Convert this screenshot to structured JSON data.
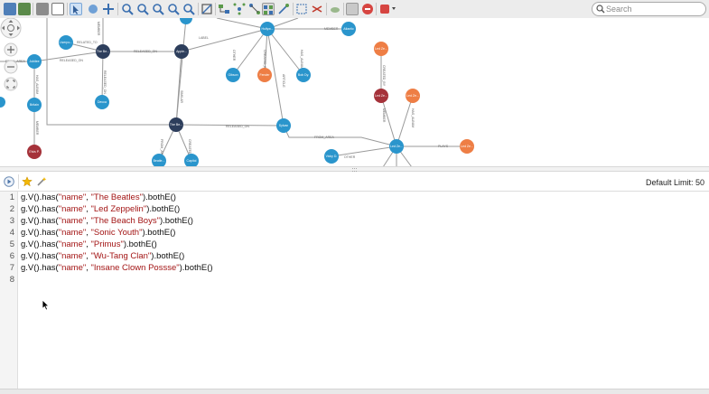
{
  "toolbar": {
    "search_placeholder": "Search",
    "icons": [
      "import-icon",
      "export-icon",
      "print-icon",
      "page-icon",
      "select-icon",
      "pan-icon",
      "move-icon",
      "zoom-in-icon",
      "zoom-in-alt-icon",
      "zoom-fit-icon",
      "zoom-out-icon",
      "zoom-reset-icon",
      "layout-icon",
      "hierarchy-icon",
      "radial-icon",
      "tree-icon",
      "grid-layout-icon",
      "collapse-icon",
      "expand-icon",
      "shuffle-icon",
      "eye-icon",
      "clear-icon",
      "stop-icon",
      "settings-dropdown-icon"
    ]
  },
  "graph": {
    "node_labels": {
      "n1": "Jubilee",
      "n2": "The Be...",
      "n3": "Britain",
      "n4": "Apple...",
      "n5": "Decca",
      "n6": "Liverpo...",
      "n7": "Elvis P.",
      "n8": "Beatle...",
      "n9": "The Be...",
      "n10": "Atlantic",
      "n11": "Hollyw...",
      "n12": "Led Ze...",
      "n13": "Led Ze...",
      "n14": "Led Ze...",
      "n15": "Led Ze...",
      "n16": "Led Ze...",
      "n17": "Led Ze...",
      "n18": "Jimmy...",
      "n19": "Gibson",
      "n20": "Fender",
      "n21": "Capitol",
      "n22": "Vicky D.",
      "n23": "Bob Dy.",
      "n24": "Sylvan"
    },
    "edge_labels": {
      "e1": "RELATED_TO",
      "e2": "RELEASED_ON",
      "e3": "RELEASED_ON",
      "e4": "FROM_AREA",
      "e5": "RELEASED_ON",
      "e6": "FROM_AREA",
      "e7": "MEMBER",
      "e8": "OTHER",
      "e9": "PLAYS",
      "e10": "HAS_ALBUM",
      "e11": "MEMBER",
      "e12": "RELEASED_ON",
      "e13": "SIMILAR",
      "e14": "LABEL",
      "e15": "OTHER",
      "e16": "CREATED_BY",
      "e17": "HAS_ALBUM",
      "e18": "CREATED_BY",
      "e19": "ARTICLE",
      "e20": "MEMBER",
      "e21": "FROM_AREA",
      "e22": "HAS_ALBUM",
      "e23": "CREATED_BY",
      "e24": "MEMBER"
    },
    "colors": {
      "blue": "#2a95cc",
      "navy": "#2d3e5c",
      "orange": "#ee7e45",
      "red": "#a5323a",
      "edge": "#9a9a9a"
    }
  },
  "query_bar": {
    "default_limit": "Default Limit: 50",
    "icons": [
      "play-icon",
      "star-icon",
      "wand-icon"
    ]
  },
  "editor": {
    "lines": [
      {
        "num": "1",
        "prefix": "g.V().has(",
        "a": "\"name\"",
        "sep": ", ",
        "b": "\"The Beatles\"",
        "suffix": ").bothE()"
      },
      {
        "num": "2",
        "prefix": "g.V().has(",
        "a": "\"name\"",
        "sep": ", ",
        "b": "\"Led Zeppelin\"",
        "suffix": ").bothE()"
      },
      {
        "num": "3",
        "prefix": "g.V().has(",
        "a": "\"name\"",
        "sep": ", ",
        "b": "\"The Beach Boys\"",
        "suffix": ").bothE()"
      },
      {
        "num": "4",
        "prefix": "g.V().has(",
        "a": "\"name\"",
        "sep": ", ",
        "b": "\"Sonic Youth\"",
        "suffix": ").bothE()"
      },
      {
        "num": "5",
        "prefix": "g.V().has(",
        "a": "\"name\"",
        "sep": ", ",
        "b": "\"Primus\"",
        "suffix": ").bothE()"
      },
      {
        "num": "6",
        "prefix": "g.V().has(",
        "a": "\"name\"",
        "sep": ", ",
        "b": "\"Wu-Tang Clan\"",
        "suffix": ").bothE()"
      },
      {
        "num": "7",
        "prefix": "g.V().has(",
        "a": "\"name\"",
        "sep": ", ",
        "b": "\"Insane Clown Possse\"",
        "suffix": ").bothE()"
      },
      {
        "num": "8",
        "prefix": "",
        "a": "",
        "sep": "",
        "b": "",
        "suffix": ""
      }
    ]
  }
}
